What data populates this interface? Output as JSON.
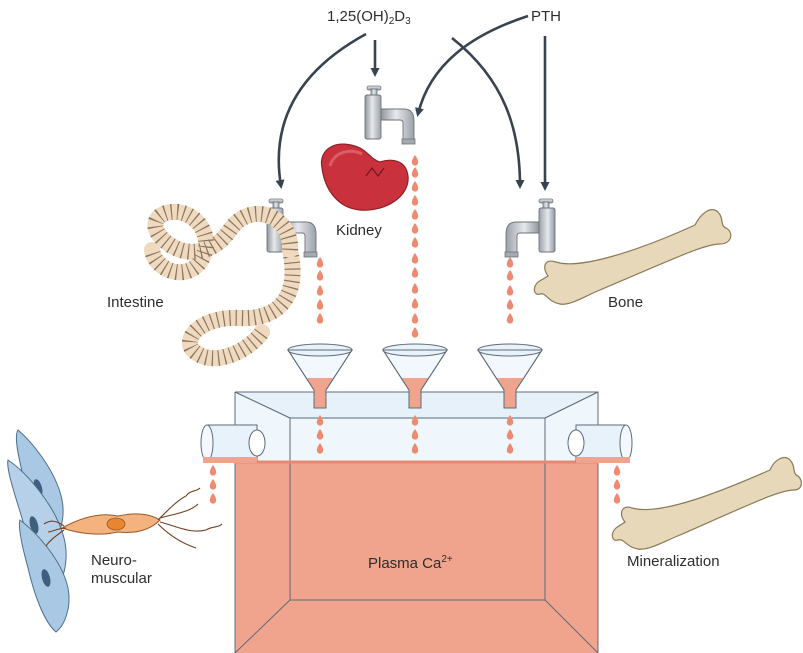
{
  "labels": {
    "vitd_prefix": "1,25(OH)",
    "vitd_sub1": "2",
    "vitd_mid": "D",
    "vitd_sub2": "3",
    "pth": "PTH",
    "kidney": "Kidney",
    "intestine": "Intestine",
    "bone": "Bone",
    "plasma_prefix": "Plasma Ca",
    "plasma_sup": "2+",
    "neuro_line1": "Neuro-",
    "neuro_line2": "muscular",
    "mineralization": "Mineralization"
  },
  "colors": {
    "plasma_fill": "#f0a38d",
    "drop": "#ee8a70",
    "tank_glass": "#e3eff9",
    "arrow": "#37434f",
    "tap_metal": "#bcc2c8",
    "kidney": "#c9323c",
    "intestine": "#efd9bf",
    "bone": "#e6d8b8",
    "cell_blue": "#a9c8e3",
    "neuron_orange": "#f3b27e"
  },
  "icons": [
    "faucet-icon",
    "funnel-icon",
    "kidney-icon",
    "intestine-icon",
    "bone-icon",
    "muscle-cell-icon",
    "neuron-icon"
  ]
}
